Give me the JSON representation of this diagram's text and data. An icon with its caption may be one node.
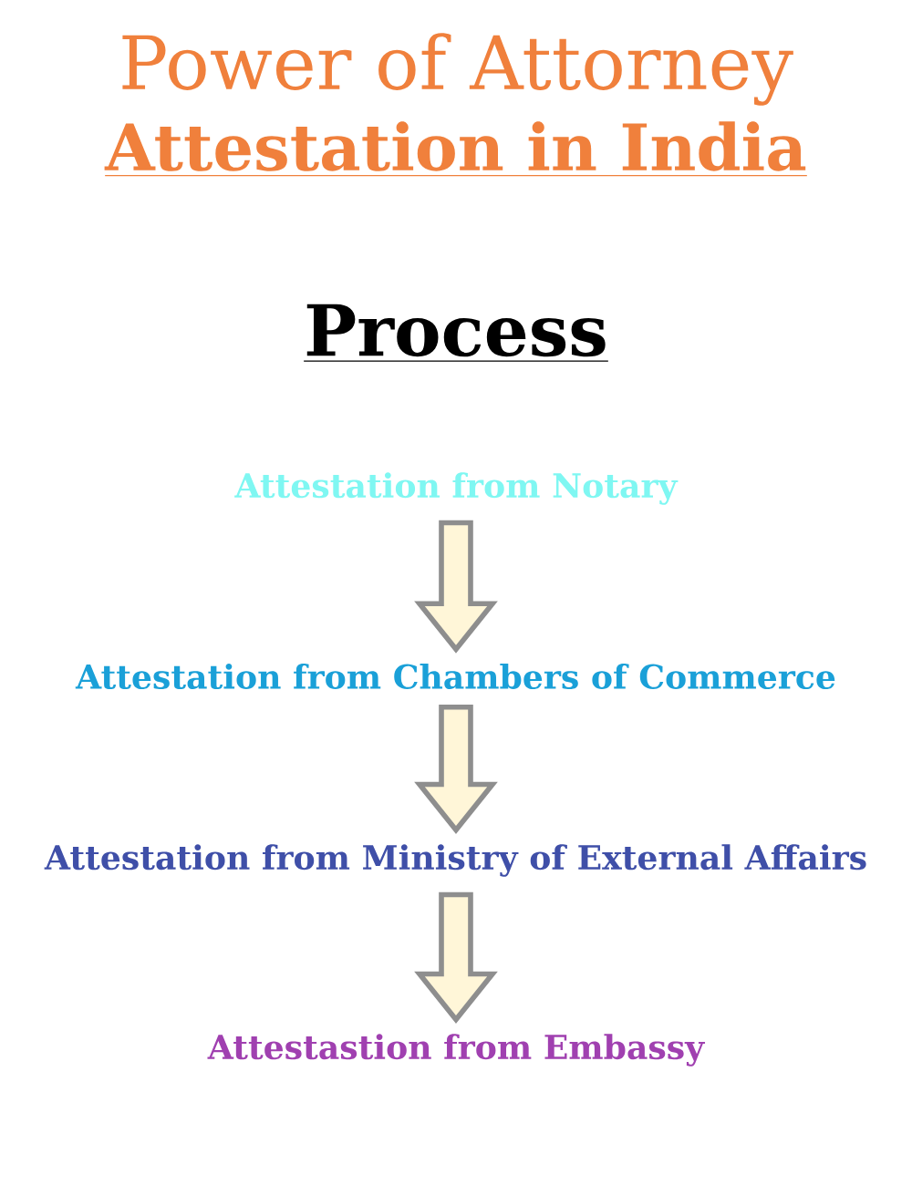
{
  "diagram": {
    "title": "Power of Attorney",
    "nodes": [
      {
        "text": [
          "Attestation from Notary"
        ]
      },
      {
        "text": [
          "Attestation from Chambers of Commerce"
        ]
      },
      {
        "text": [
          "Attestation from Ministry of External Affairs"
        ]
      },
      {
        "text": [
          "Attestastion from Embassy"
        ]
      }
    ],
    "edges": [
      {
        "from": 0,
        "to": 1,
        "arrow": "to"
      },
      {
        "from": 1,
        "to": 2,
        "arrow": "to"
      },
      {
        "from": 2,
        "to": 3,
        "arrow": "to"
      }
    ],
    "labels": [
      "Attestation in India",
      "Process"
    ]
  }
}
